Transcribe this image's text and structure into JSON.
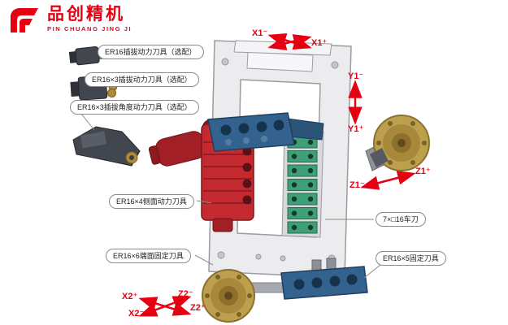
{
  "logo": {
    "brand_cn": "品创精机",
    "brand_en": "PIN CHUANG JING JI"
  },
  "callouts": {
    "plug_power_tool": "ER16插拔动力刀具（选配）",
    "plug_power_tool_x3": "ER16×3插拔动力刀具（选配）",
    "plug_angle_power_tool_x3": "ER16×3插拔角度动力刀具（选配）",
    "side_power_tool_x4": "ER16×4侧面动力刀具",
    "end_face_fixed_tool_x6": "ER16×6端面固定刀具",
    "turning_tool": "7×□16车刀",
    "fixed_tool_x5": "ER16×5固定刀具"
  },
  "axes": {
    "x1_minus": "X1⁻",
    "x1_plus": "X1⁺",
    "y1_minus": "Y1⁻",
    "y1_plus": "Y1⁺",
    "z1_minus": "Z1⁻",
    "z1_plus": "Z1⁺",
    "x2_plus": "X2⁺",
    "x2_minus": "X2⁻",
    "z2_minus": "Z2⁻",
    "z2_plus": "Z2⁺"
  },
  "colors": {
    "brand_red": "#e60012",
    "machine_red": "#c62a31",
    "machine_blue": "#34628e",
    "machine_green": "#3fa077",
    "machine_gold": "#bda04e",
    "frame_gray": "#ececef"
  },
  "icons": {
    "logo_icon": "pin-chuang-p-mark",
    "axis_arrows": "double-headed-red-arrows"
  }
}
